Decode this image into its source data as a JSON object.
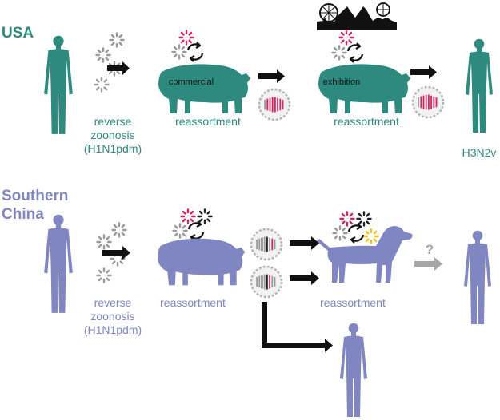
{
  "colors": {
    "usa": "#2e8a7e",
    "china": "#7f86c2",
    "arrow": "#111111",
    "arrow_uncertain": "#a6a6a6",
    "virus_grey": "#9a9a9a",
    "virus_pink": "#d6245c",
    "virus_black": "#222222",
    "virus_yellow": "#f2c21b"
  },
  "usa": {
    "region_label": "USA",
    "step1_label_lines": [
      "reverse",
      "zoonosis",
      "(H1N1pdm)"
    ],
    "commercial_pig_label": "commercial",
    "reassortment1_label": "reassortment",
    "exhibition_pig_label": "exhibition",
    "reassortment2_label": "reassortment",
    "outcome_label": "H3N2v"
  },
  "china": {
    "region_label_lines": [
      "Southern",
      "China"
    ],
    "step1_label_lines": [
      "reverse",
      "zoonosis",
      "(H1N1pdm)"
    ],
    "reassortment1_label": "reassortment",
    "reassortment2_label": "reassortment",
    "uncertain_mark": "?"
  },
  "icons": {
    "human": "human-figure-icon",
    "pig": "pig-icon",
    "dog": "dog-icon",
    "virus": "virus-particle-icon",
    "reassort_cycle": "reassortment-cycle-icon",
    "genome": "virus-genome-segments-icon",
    "fair": "fairground-skyline-icon"
  }
}
